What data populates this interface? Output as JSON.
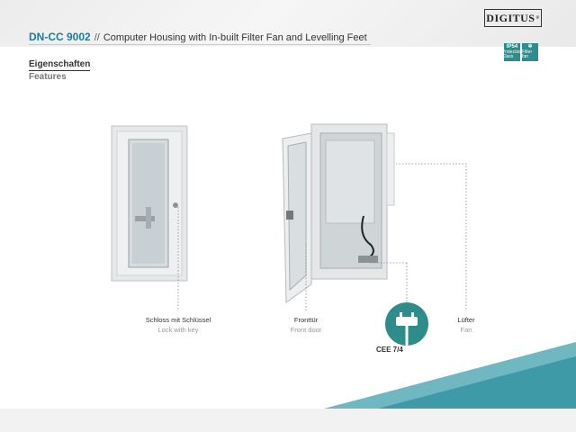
{
  "brand": {
    "logo_text": "DIGITUS",
    "registered": "®"
  },
  "header": {
    "model": "DN-CC 9002",
    "separator": "//",
    "title": "Computer Housing with In-built Filter Fan and Levelling Feet"
  },
  "badges": [
    {
      "big": "IP54",
      "small": "Protection Class"
    },
    {
      "big": "",
      "small": "Filter fan"
    }
  ],
  "section": {
    "title_de": "Eigenschaften",
    "title_en": "Features"
  },
  "labels": {
    "lock": {
      "de": "Schloss mit Schlüssel",
      "en": "Lock with key"
    },
    "door": {
      "de": "Fronttür",
      "en": "Front door"
    },
    "fan": {
      "de": "Lüfter",
      "en": "Fan"
    },
    "plug": {
      "text": "CEE 7/4"
    }
  },
  "colors": {
    "accent": "#1a7e9a",
    "teal": "#2e8c8a",
    "wave": "#3f9aa8"
  }
}
